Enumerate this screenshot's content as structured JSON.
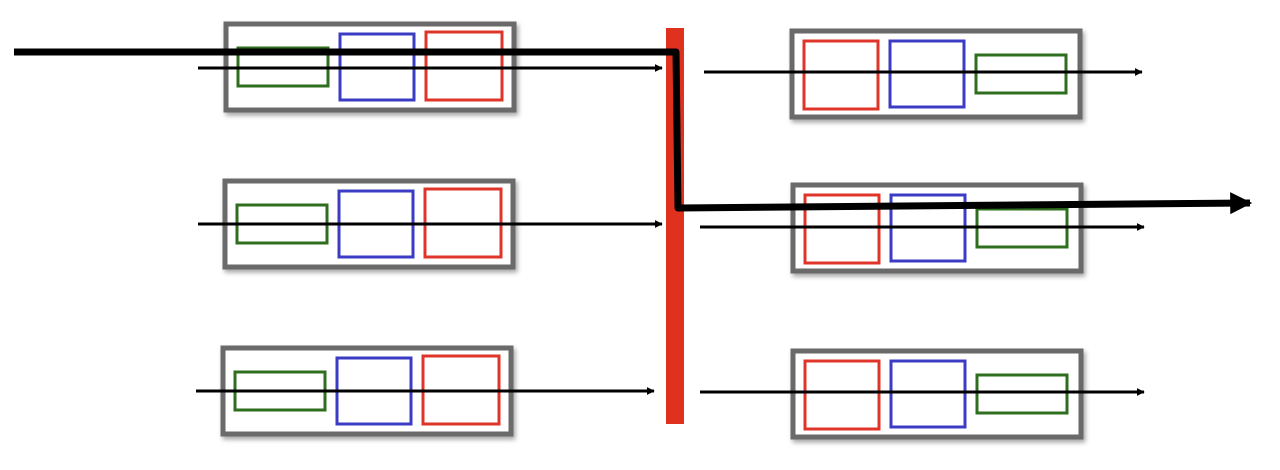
{
  "colors": {
    "background": "#ffffff",
    "container_border": "#6b6b6b",
    "container_fill": "#ffffff",
    "green_box": "#2e6e1e",
    "blue_box": "#3b3bc4",
    "red_box": "#e0342a",
    "barrier": "#e0301e",
    "arrow": "#000000"
  },
  "groups": [
    {
      "name": "left-column",
      "rows": [
        {
          "name": "left-row-1",
          "box_order": [
            "green",
            "blue",
            "red"
          ]
        },
        {
          "name": "left-row-2",
          "box_order": [
            "green",
            "blue",
            "red"
          ]
        },
        {
          "name": "left-row-3",
          "box_order": [
            "green",
            "blue",
            "red"
          ]
        }
      ]
    },
    {
      "name": "right-column",
      "rows": [
        {
          "name": "right-row-1",
          "box_order": [
            "red",
            "blue",
            "green"
          ]
        },
        {
          "name": "right-row-2",
          "box_order": [
            "red",
            "blue",
            "green"
          ]
        },
        {
          "name": "right-row-3",
          "box_order": [
            "red",
            "blue",
            "green"
          ]
        }
      ]
    }
  ],
  "barrier": {
    "name": "barrier",
    "color_key": "barrier"
  },
  "bold_path": {
    "name": "bold-path",
    "enters_left_row": 1,
    "exits_right_row": 2
  }
}
